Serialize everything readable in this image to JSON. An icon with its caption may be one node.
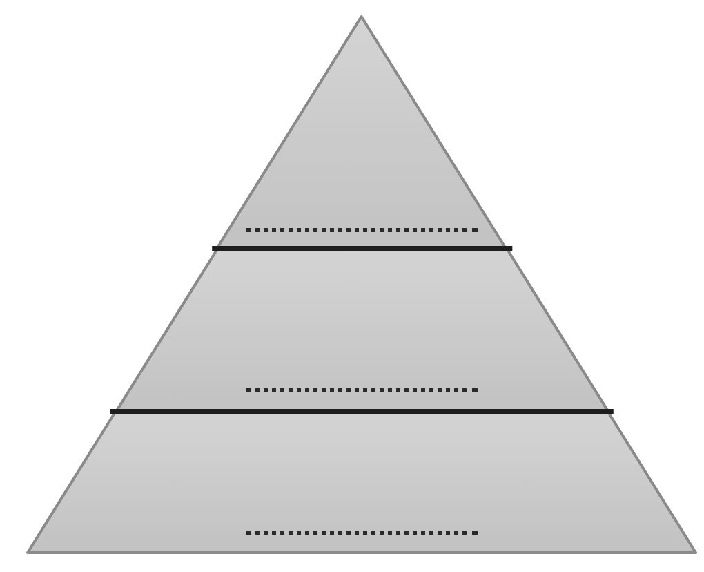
{
  "diagram": {
    "nodes": [
      {
        "text": [],
        "shape": "triangle"
      },
      {
        "text": [],
        "shape": "trapezoid"
      },
      {
        "text": [],
        "shape": "trapezoid"
      }
    ]
  }
}
